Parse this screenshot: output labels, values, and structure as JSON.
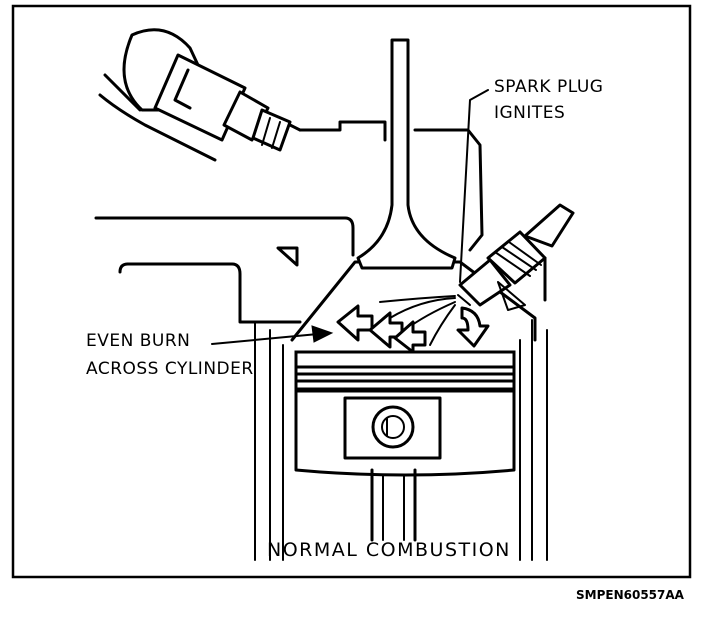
{
  "labels": {
    "spark_plug_line1": "SPARK PLUG",
    "spark_plug_line2": "IGNITES",
    "even_burn_line1": "EVEN BURN",
    "even_burn_line2": "ACROSS CYLINDER"
  },
  "caption": "NORMAL COMBUSTION",
  "reference_code": "SMPEN60557AA"
}
